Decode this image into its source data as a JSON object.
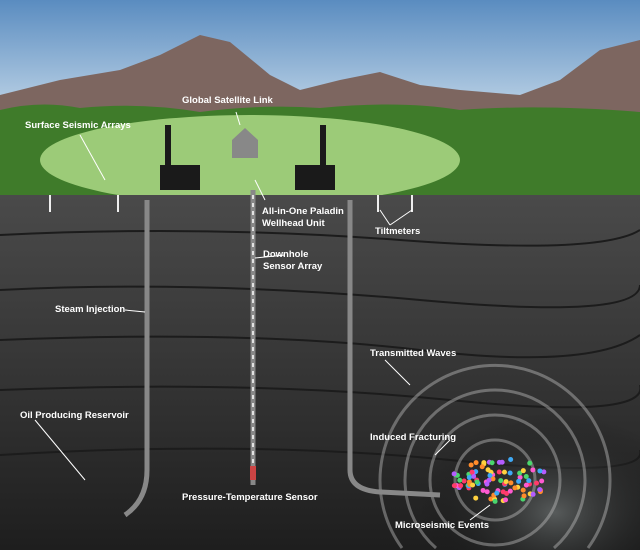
{
  "labels": {
    "satellite": "Global Satellite Link",
    "surface_seismic": "Surface Seismic Arrays",
    "wellhead_line1": "All-in-One Paladin",
    "wellhead_line2": "Wellhead Unit",
    "tiltmeters": "Tiltmeters",
    "downhole_line1": "Downhole",
    "downhole_line2": "Sensor Array",
    "steam": "Steam Injection",
    "transmitted": "Transmitted Waves",
    "reservoir": "Oil Producing Reservoir",
    "fracturing": "Induced Fracturing",
    "pt_sensor": "Pressure-Temperature Sensor",
    "microseismic": "Microseismic Events"
  },
  "colors": {
    "sky_top": "#5f8fc0",
    "sky_bottom": "#cfe0ee",
    "mountain": "#7a6560",
    "forest": "#3d7a2a",
    "field": "#9ccc7a",
    "ground": "#3a3a3a",
    "event_colors": [
      "#ff3b6b",
      "#ffd23f",
      "#4ad66d",
      "#3fa9f5",
      "#b45cff",
      "#ff8c2b",
      "#ff5ad1"
    ]
  }
}
